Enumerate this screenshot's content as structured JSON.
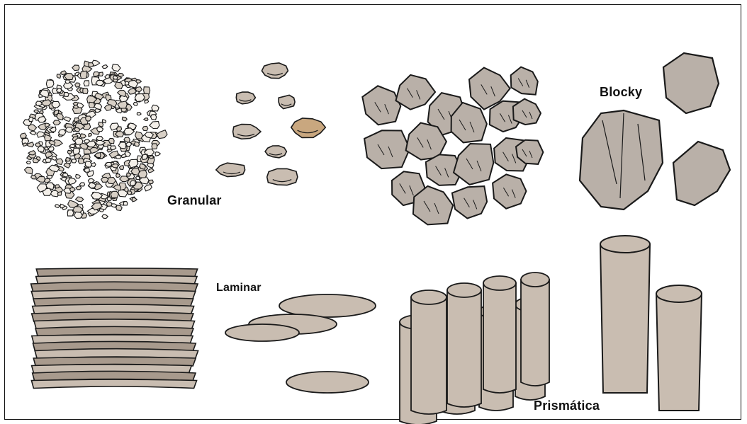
{
  "labels": {
    "granular": "Granular",
    "blocky": "Blocky",
    "laminar": "Laminar",
    "prismatica": "Prismática"
  },
  "colors": {
    "soil_fill": "#c9bdb1",
    "soil_fill_dark": "#a89a8d",
    "block_fill": "#b9b0a8",
    "accent_brown": "#c9a77f",
    "ink": "#1a1a1a"
  }
}
